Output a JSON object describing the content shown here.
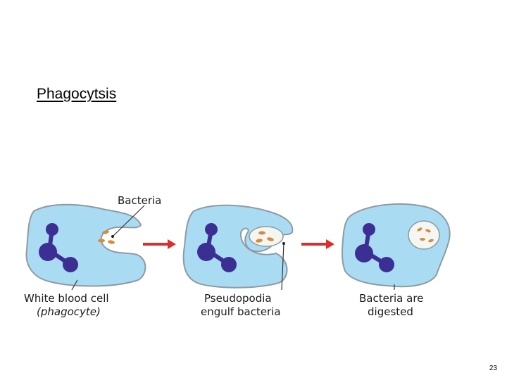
{
  "slide": {
    "title": "Phagocytsis",
    "page_number": "23"
  },
  "diagram": {
    "label_bacteria": "Bacteria",
    "label_white_blood_cell": "White blood cell",
    "label_phagocyte": "(phagocyte)",
    "label_pseudopodia_line1": "Pseudopodia",
    "label_pseudopodia_line2": "engulf bacteria",
    "label_digested_line1": "Bacteria are",
    "label_digested_line2": "digested"
  },
  "colors": {
    "cell_fill": "#a9dcf2",
    "cell_stroke": "#8f9aa3",
    "nucleus": "#3b2f93",
    "vacuole": "#f4f6f2",
    "bacteria": "#d98a3c",
    "arrow": "#e02b2b"
  }
}
